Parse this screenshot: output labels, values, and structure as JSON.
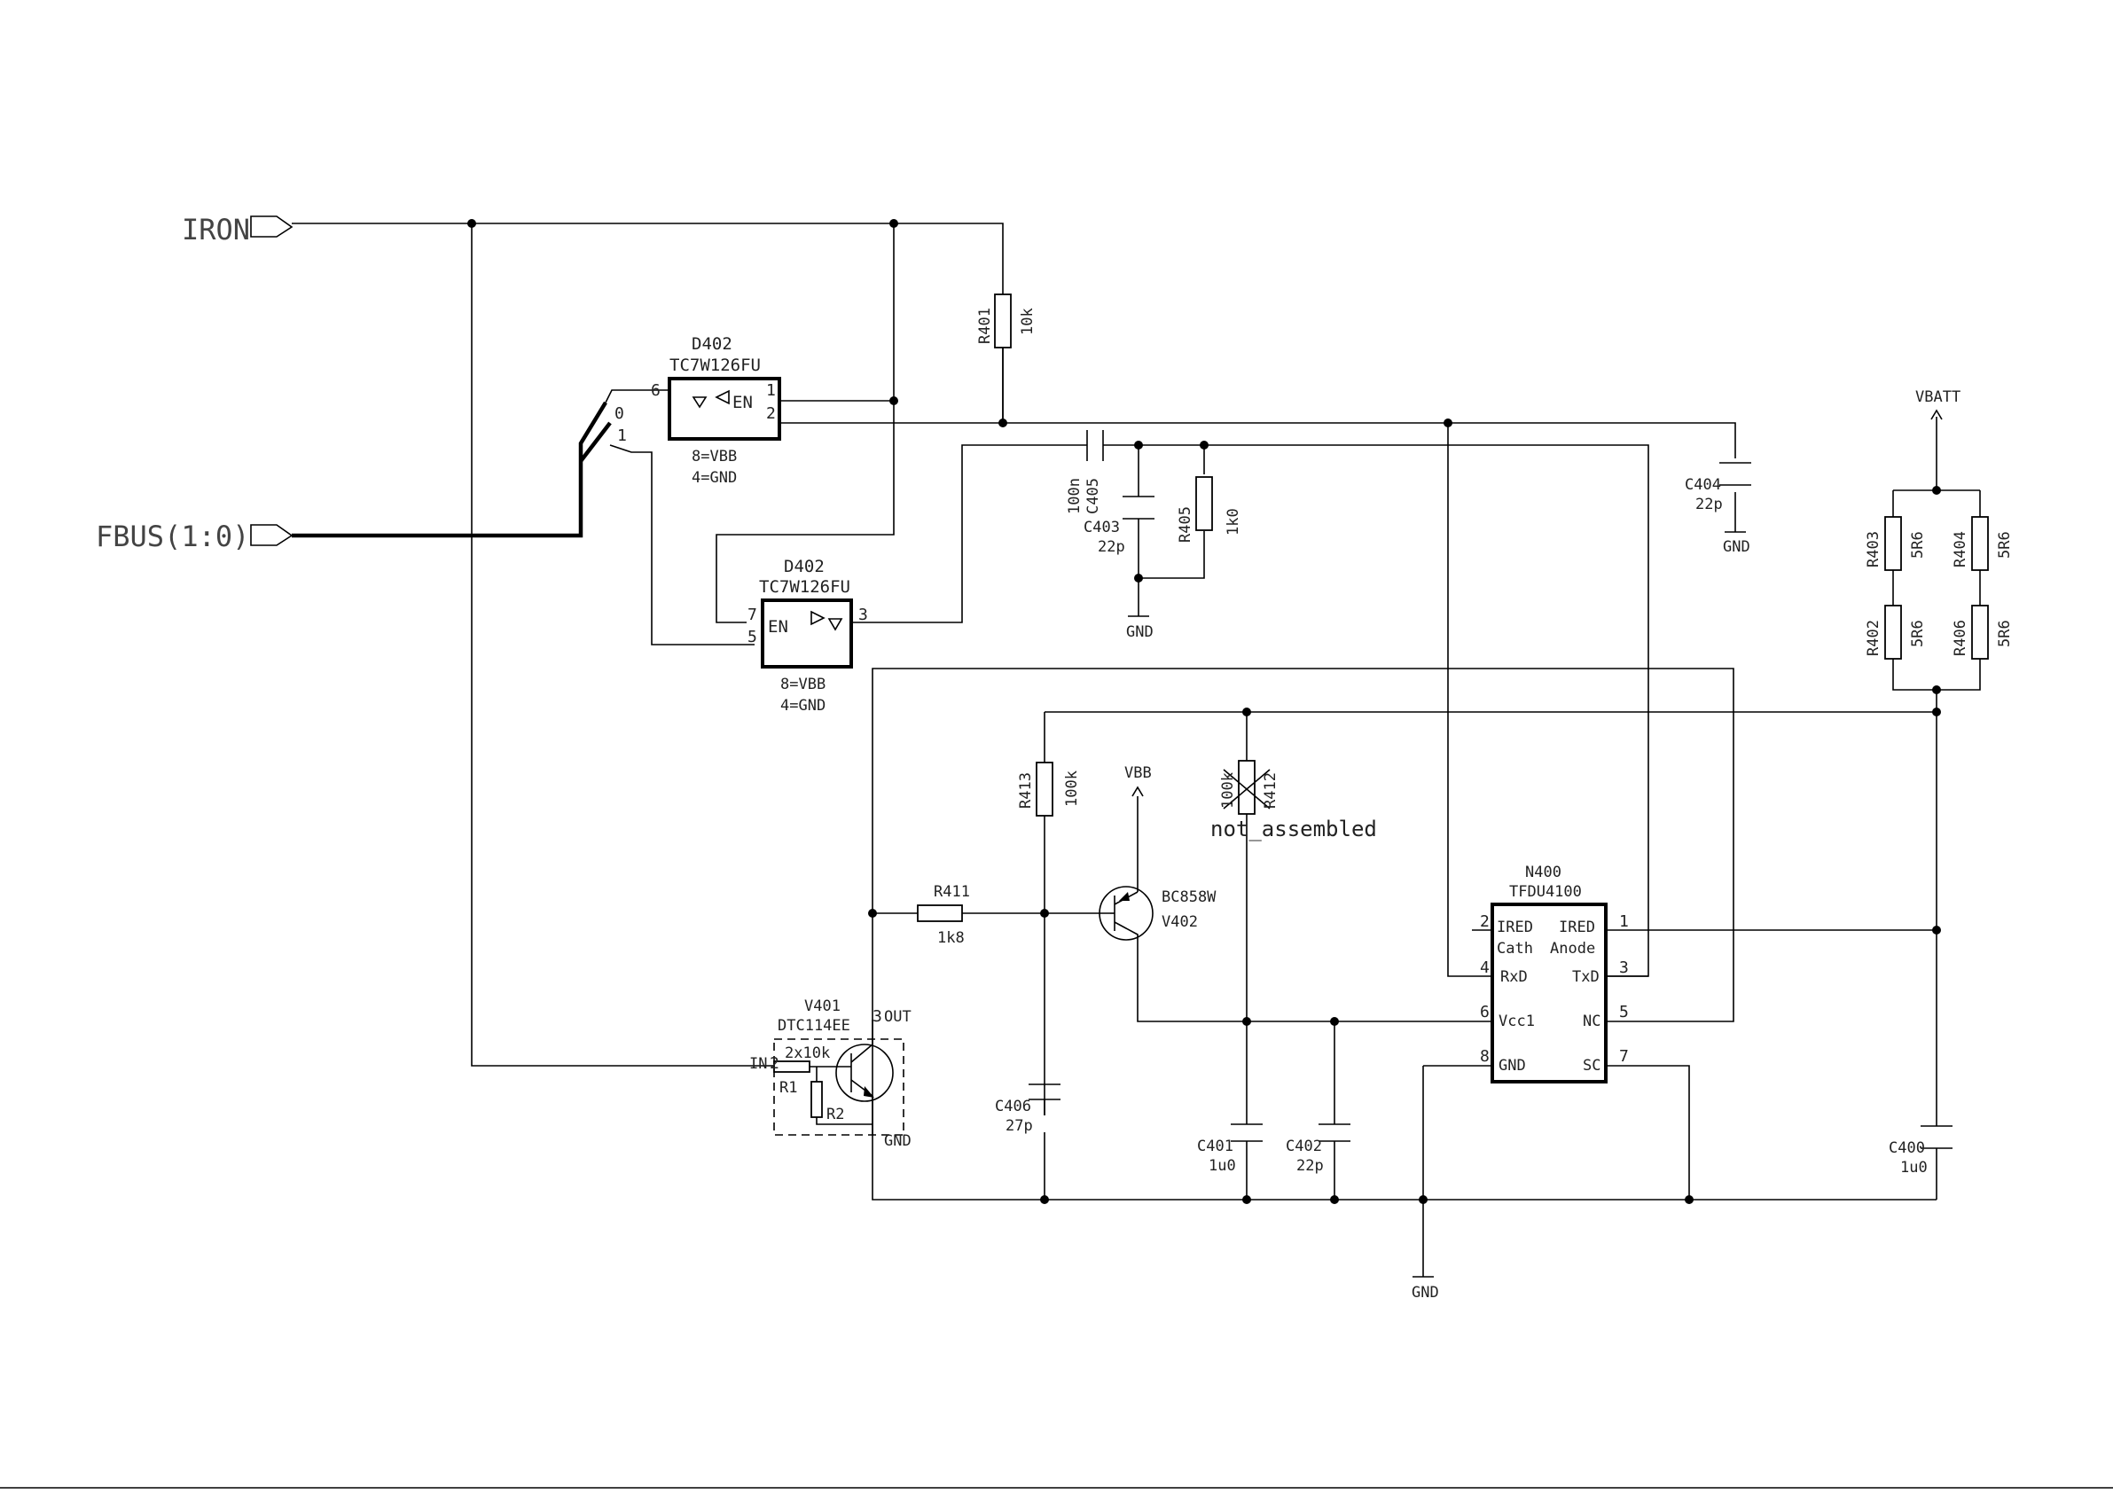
{
  "ports": {
    "iron": "IRON",
    "fbus": "FBUS(1:0)"
  },
  "bus_taps": {
    "bit0": "0",
    "bit1": "1"
  },
  "rails": {
    "vbatt": "VBATT",
    "vbb": "VBB",
    "gnd": "GND"
  },
  "d402a": {
    "ref": "D402",
    "part": "TC7W126FU",
    "en": "EN",
    "pin_in": "1",
    "pin_en": "2",
    "pin_out": "6",
    "supply1": "8=VBB",
    "supply2": "4=GND"
  },
  "d402b": {
    "ref": "D402",
    "part": "TC7W126FU",
    "en": "EN",
    "pin_en": "7",
    "pin_in": "5",
    "pin_out": "3",
    "supply1": "8=VBB",
    "supply2": "4=GND"
  },
  "r401": {
    "ref": "R401",
    "value": "10k"
  },
  "c405": {
    "ref": "C405",
    "value": "100n"
  },
  "c403": {
    "ref": "C403",
    "value": "22p"
  },
  "r405": {
    "ref": "R405",
    "value": "1k0"
  },
  "c404": {
    "ref": "C404",
    "value": "22p"
  },
  "r403": {
    "ref": "R403",
    "value": "5R6"
  },
  "r404": {
    "ref": "R404",
    "value": "5R6"
  },
  "r402": {
    "ref": "R402",
    "value": "5R6"
  },
  "r406": {
    "ref": "R406",
    "value": "5R6"
  },
  "r413": {
    "ref": "R413",
    "value": "100k"
  },
  "r412": {
    "ref": "R412",
    "value": "100k",
    "note": "not_assembled"
  },
  "r411": {
    "ref": "R411",
    "value": "1k8"
  },
  "v402": {
    "ref": "V402",
    "part": "BC858W"
  },
  "v401": {
    "ref": "V401",
    "part": "DTC114EE",
    "resistors": "2x10k",
    "r1": "R1",
    "r2": "R2",
    "in_label": "IN",
    "in_pin": "2",
    "out_label": "OUT",
    "out_pin": "3"
  },
  "c406": {
    "ref": "C406",
    "value": "27p"
  },
  "c401": {
    "ref": "C401",
    "value": "1u0"
  },
  "c402": {
    "ref": "C402",
    "value": "22p"
  },
  "c400": {
    "ref": "C400",
    "value": "1u0"
  },
  "n400": {
    "ref": "N400",
    "part": "TFDU4100",
    "pins": {
      "p2": {
        "num": "2",
        "name": "IRED"
      },
      "p2b": {
        "name": "Cath"
      },
      "p1": {
        "num": "1",
        "name": "IRED"
      },
      "p1b": {
        "name": "Anode"
      },
      "p4": {
        "num": "4",
        "name": "RxD"
      },
      "p3": {
        "num": "3",
        "name": "TxD"
      },
      "p6": {
        "num": "6",
        "name": "Vcc1"
      },
      "p5": {
        "num": "5",
        "name": "NC"
      },
      "p8": {
        "num": "8",
        "name": "GND"
      },
      "p7": {
        "num": "7",
        "name": "SC"
      }
    }
  }
}
